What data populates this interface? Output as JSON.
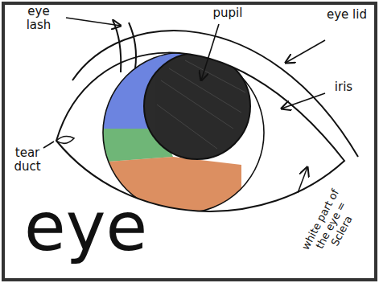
{
  "diagram": {
    "title": "eye",
    "labels": [
      "eye lash",
      "pupil",
      "eye lid",
      "iris",
      "tear duct",
      "white part of the eye = Sclera"
    ]
  }
}
